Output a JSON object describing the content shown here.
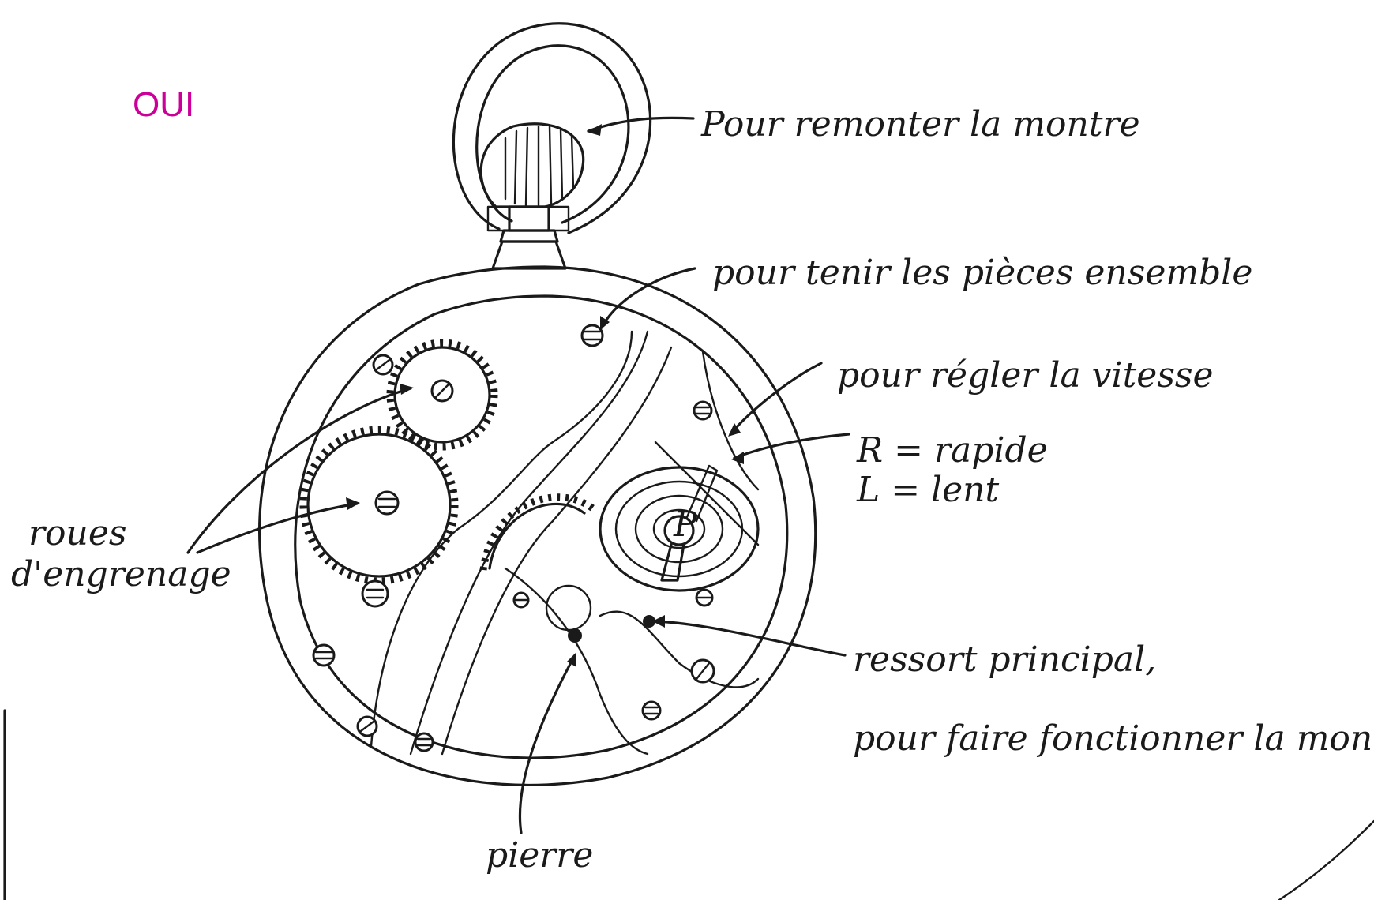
{
  "stamp": "OUI",
  "labels": {
    "winder": "Pour remonter la montre",
    "screws": "pour tenir les pièces ensemble",
    "regulator": "pour régler la vitesse",
    "rapid": "R = rapide",
    "slow": "L = lent",
    "gears_line1": "roues",
    "gears_line2": "d'engrenage",
    "mainspring_line1": "ressort principal,",
    "mainspring_line2": "pour faire fonctionner la montre",
    "jewel": "pierre",
    "regulator_p": "P"
  }
}
